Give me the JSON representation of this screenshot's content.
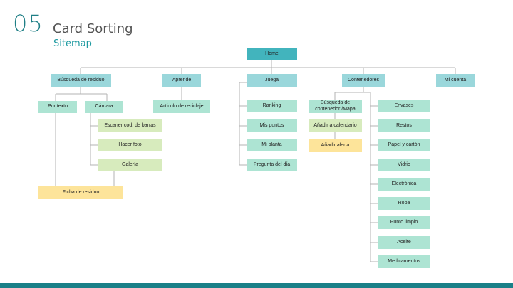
{
  "header": {
    "number": "05",
    "title": "Card Sorting",
    "subtitle": "Sitemap"
  },
  "colors": {
    "home": "#42b4bd",
    "top_level": "#9ad7db",
    "section_item": "#ade4d3",
    "sub_item": "#d7ebbd",
    "final_item": "#fde49a",
    "accent": "#1a8088"
  },
  "sitemap": {
    "home": "Home",
    "sections": {
      "busqueda": {
        "label": "Búsqueda de residuo",
        "children": {
          "por_texto": "Por texto",
          "camara": "Cámara",
          "camara_children": [
            "Escaner cod. de barras",
            "Hacer foto",
            "Galería"
          ],
          "ficha": "Ficha de residuo"
        }
      },
      "aprende": {
        "label": "Aprende",
        "children": [
          "Artículo de reciclaje"
        ]
      },
      "juega": {
        "label": "Juega",
        "children": [
          "Ranking",
          "Mis puntos",
          "Mi planta",
          "Pregunta del día"
        ]
      },
      "contenedores": {
        "label": "Contenedores",
        "busqueda_contenedor": "Búsqueda de contenedor /Mapa",
        "anadir_calendario": "Añadir a calendario",
        "anadir_alerta": "Añadir alerta",
        "tipos": [
          "Envases",
          "Restos",
          "Papel y cartón",
          "Vidrio",
          "Electrónica",
          "Ropa",
          "Punto limpio",
          "Aceite",
          "Medicamentos"
        ]
      },
      "mi_cuenta": {
        "label": "Mi cuenta"
      }
    }
  }
}
